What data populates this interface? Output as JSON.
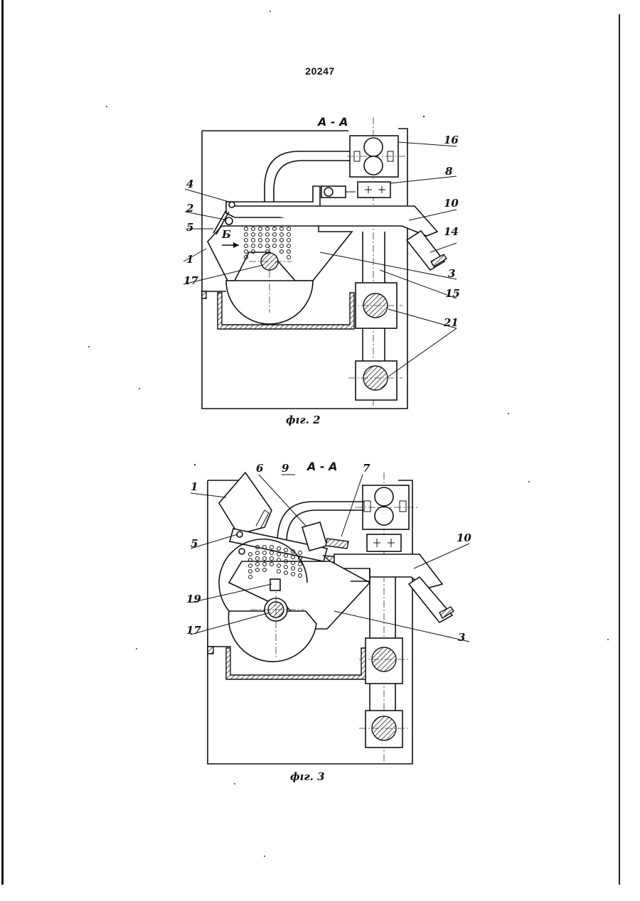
{
  "document": {
    "page_number": "20247"
  },
  "figure_2": {
    "section_title": "А - А",
    "caption": "фıг. 2",
    "arrow_label": "Б",
    "labels": [
      "16",
      "8",
      "4",
      "2",
      "5",
      "10",
      "14",
      "1",
      "17",
      "3",
      "15",
      "21"
    ]
  },
  "figure_3": {
    "section_title": "А - А",
    "caption": "фıг. 3",
    "labels": [
      "6",
      "9",
      "7",
      "1",
      "5",
      "10",
      "19",
      "17",
      "3"
    ]
  }
}
